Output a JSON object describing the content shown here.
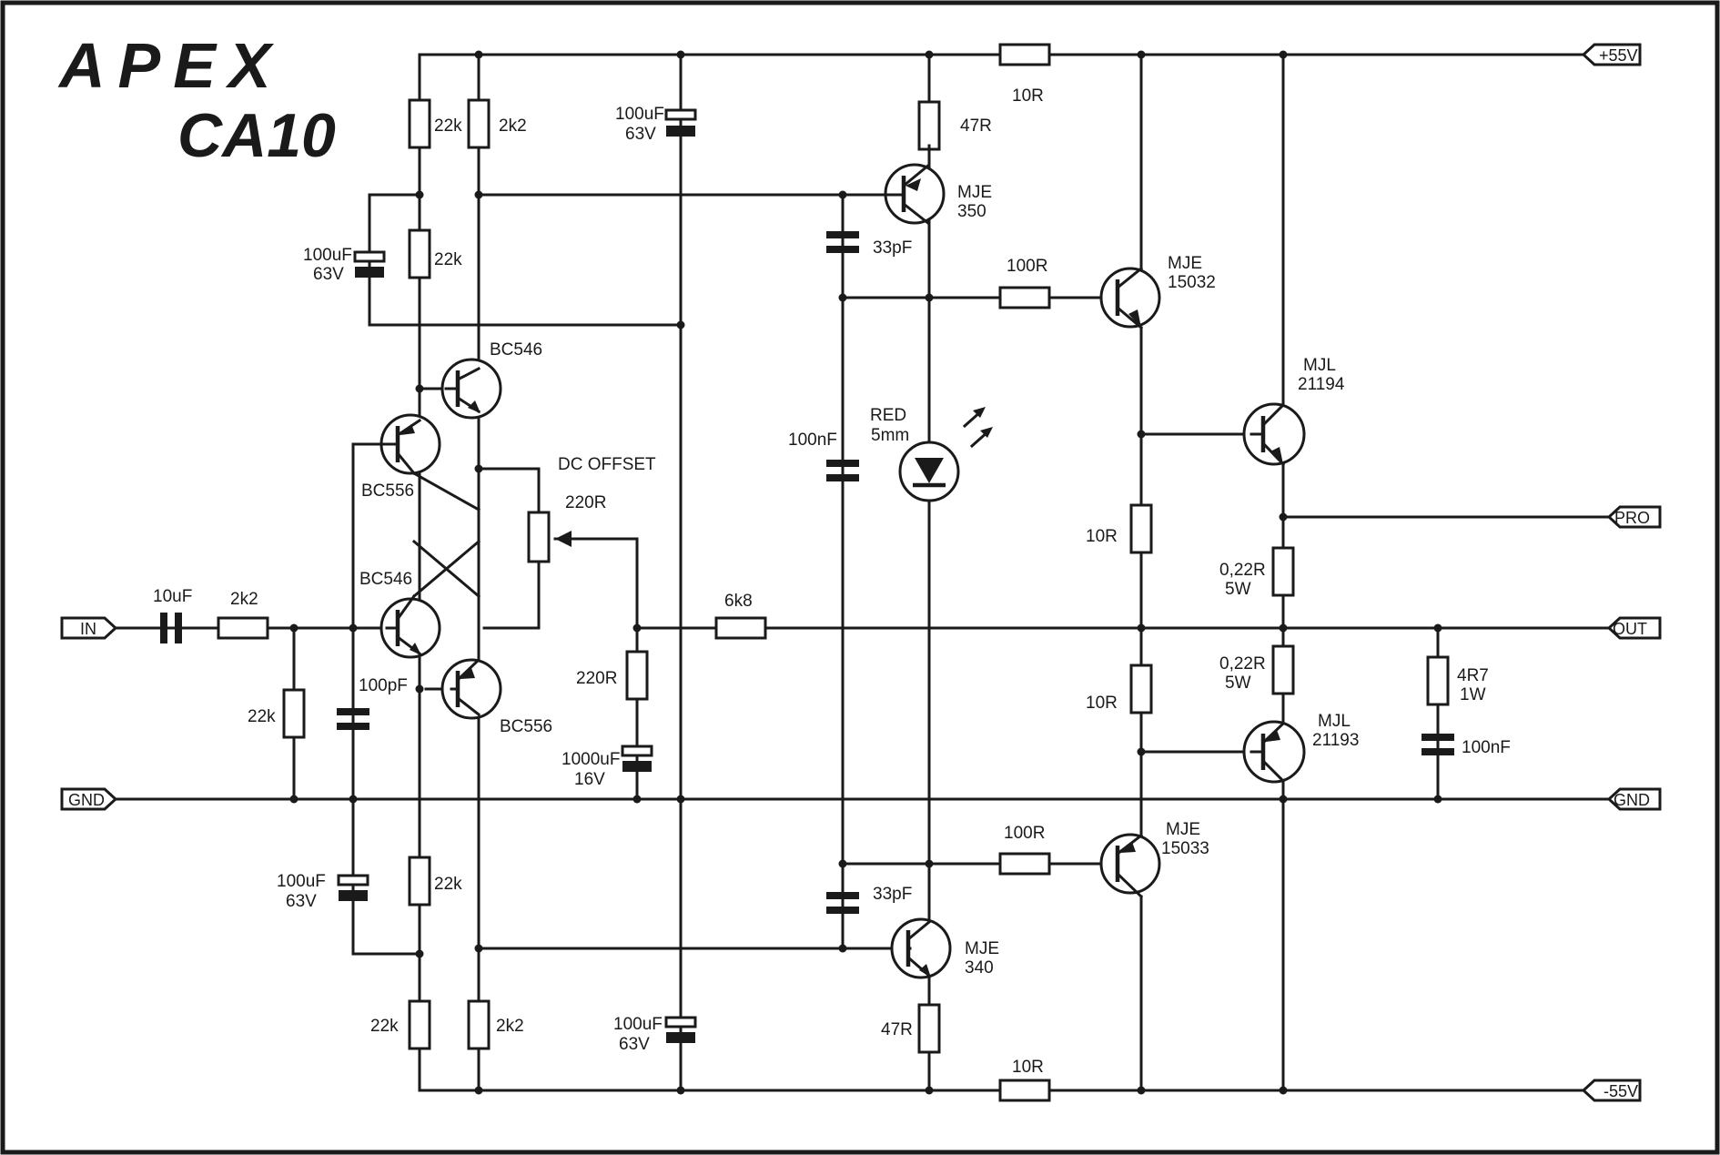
{
  "title": {
    "brand": "APEX",
    "model": "CA10"
  },
  "ports": {
    "pos_rail": "+55V",
    "neg_rail": "-55V",
    "pro": "PRO",
    "out": "OUT",
    "gnd_right": "GND",
    "gnd_left": "GND",
    "input": "IN"
  },
  "labels": {
    "r_top_10r": "10R",
    "r_bot_10r": "10R",
    "r_47r_top": "47R",
    "r_47r_bot": "47R",
    "r_22k_a": "22k",
    "r_2k2_a": "2k2",
    "r_22k_b": "22k",
    "c_100u_left_top": "100uF",
    "c_100u_left_top_v": "63V",
    "c_100u_mid_top": "100uF",
    "c_100u_mid_top_v": "63V",
    "q_mje350": "MJE",
    "q_mje350_n": "350",
    "c_33p_top": "33pF",
    "r_100r_top": "100R",
    "q_mje15032": "MJE",
    "q_mje15032_n": "15032",
    "q_mjl21194": "MJL",
    "q_mjl21194_n": "21194",
    "q_bc546_top": "BC546",
    "q_bc556_top": "BC556",
    "dc_offset": "DC OFFSET",
    "pot_220r": "220R",
    "led_red": "RED",
    "led_5mm": "5mm",
    "c_100n_mid": "100nF",
    "r_10r_a": "10R",
    "r_022_a": "0,22R",
    "r_022_a_w": "5W",
    "c_10u": "10uF",
    "r_2k2_in": "2k2",
    "q_bc546_bot": "BC546",
    "r_6k8": "6k8",
    "r_220r": "220R",
    "c_100p": "100pF",
    "r_22k_in": "22k",
    "q_bc556_bot": "BC556",
    "c_1000u": "1000uF",
    "c_1000u_v": "16V",
    "r_10r_b": "10R",
    "r_022_b": "0,22R",
    "r_022_b_w": "5W",
    "q_mjl21193": "MJL",
    "q_mjl21193_n": "21193",
    "r_4r7": "4R7",
    "r_4r7_w": "1W",
    "c_100n_out": "100nF",
    "r_100r_bot": "100R",
    "q_mje15033": "MJE",
    "q_mje15033_n": "15033",
    "c_100u_left_bot": "100uF",
    "c_100u_left_bot_v": "63V",
    "r_22k_c": "22k",
    "c_33p_bot": "33pF",
    "q_mje340": "MJE",
    "q_mje340_n": "340",
    "r_22k_d": "22k",
    "r_2k2_b": "2k2",
    "c_100u_mid_bot": "100uF",
    "c_100u_mid_bot_v": "63V"
  }
}
